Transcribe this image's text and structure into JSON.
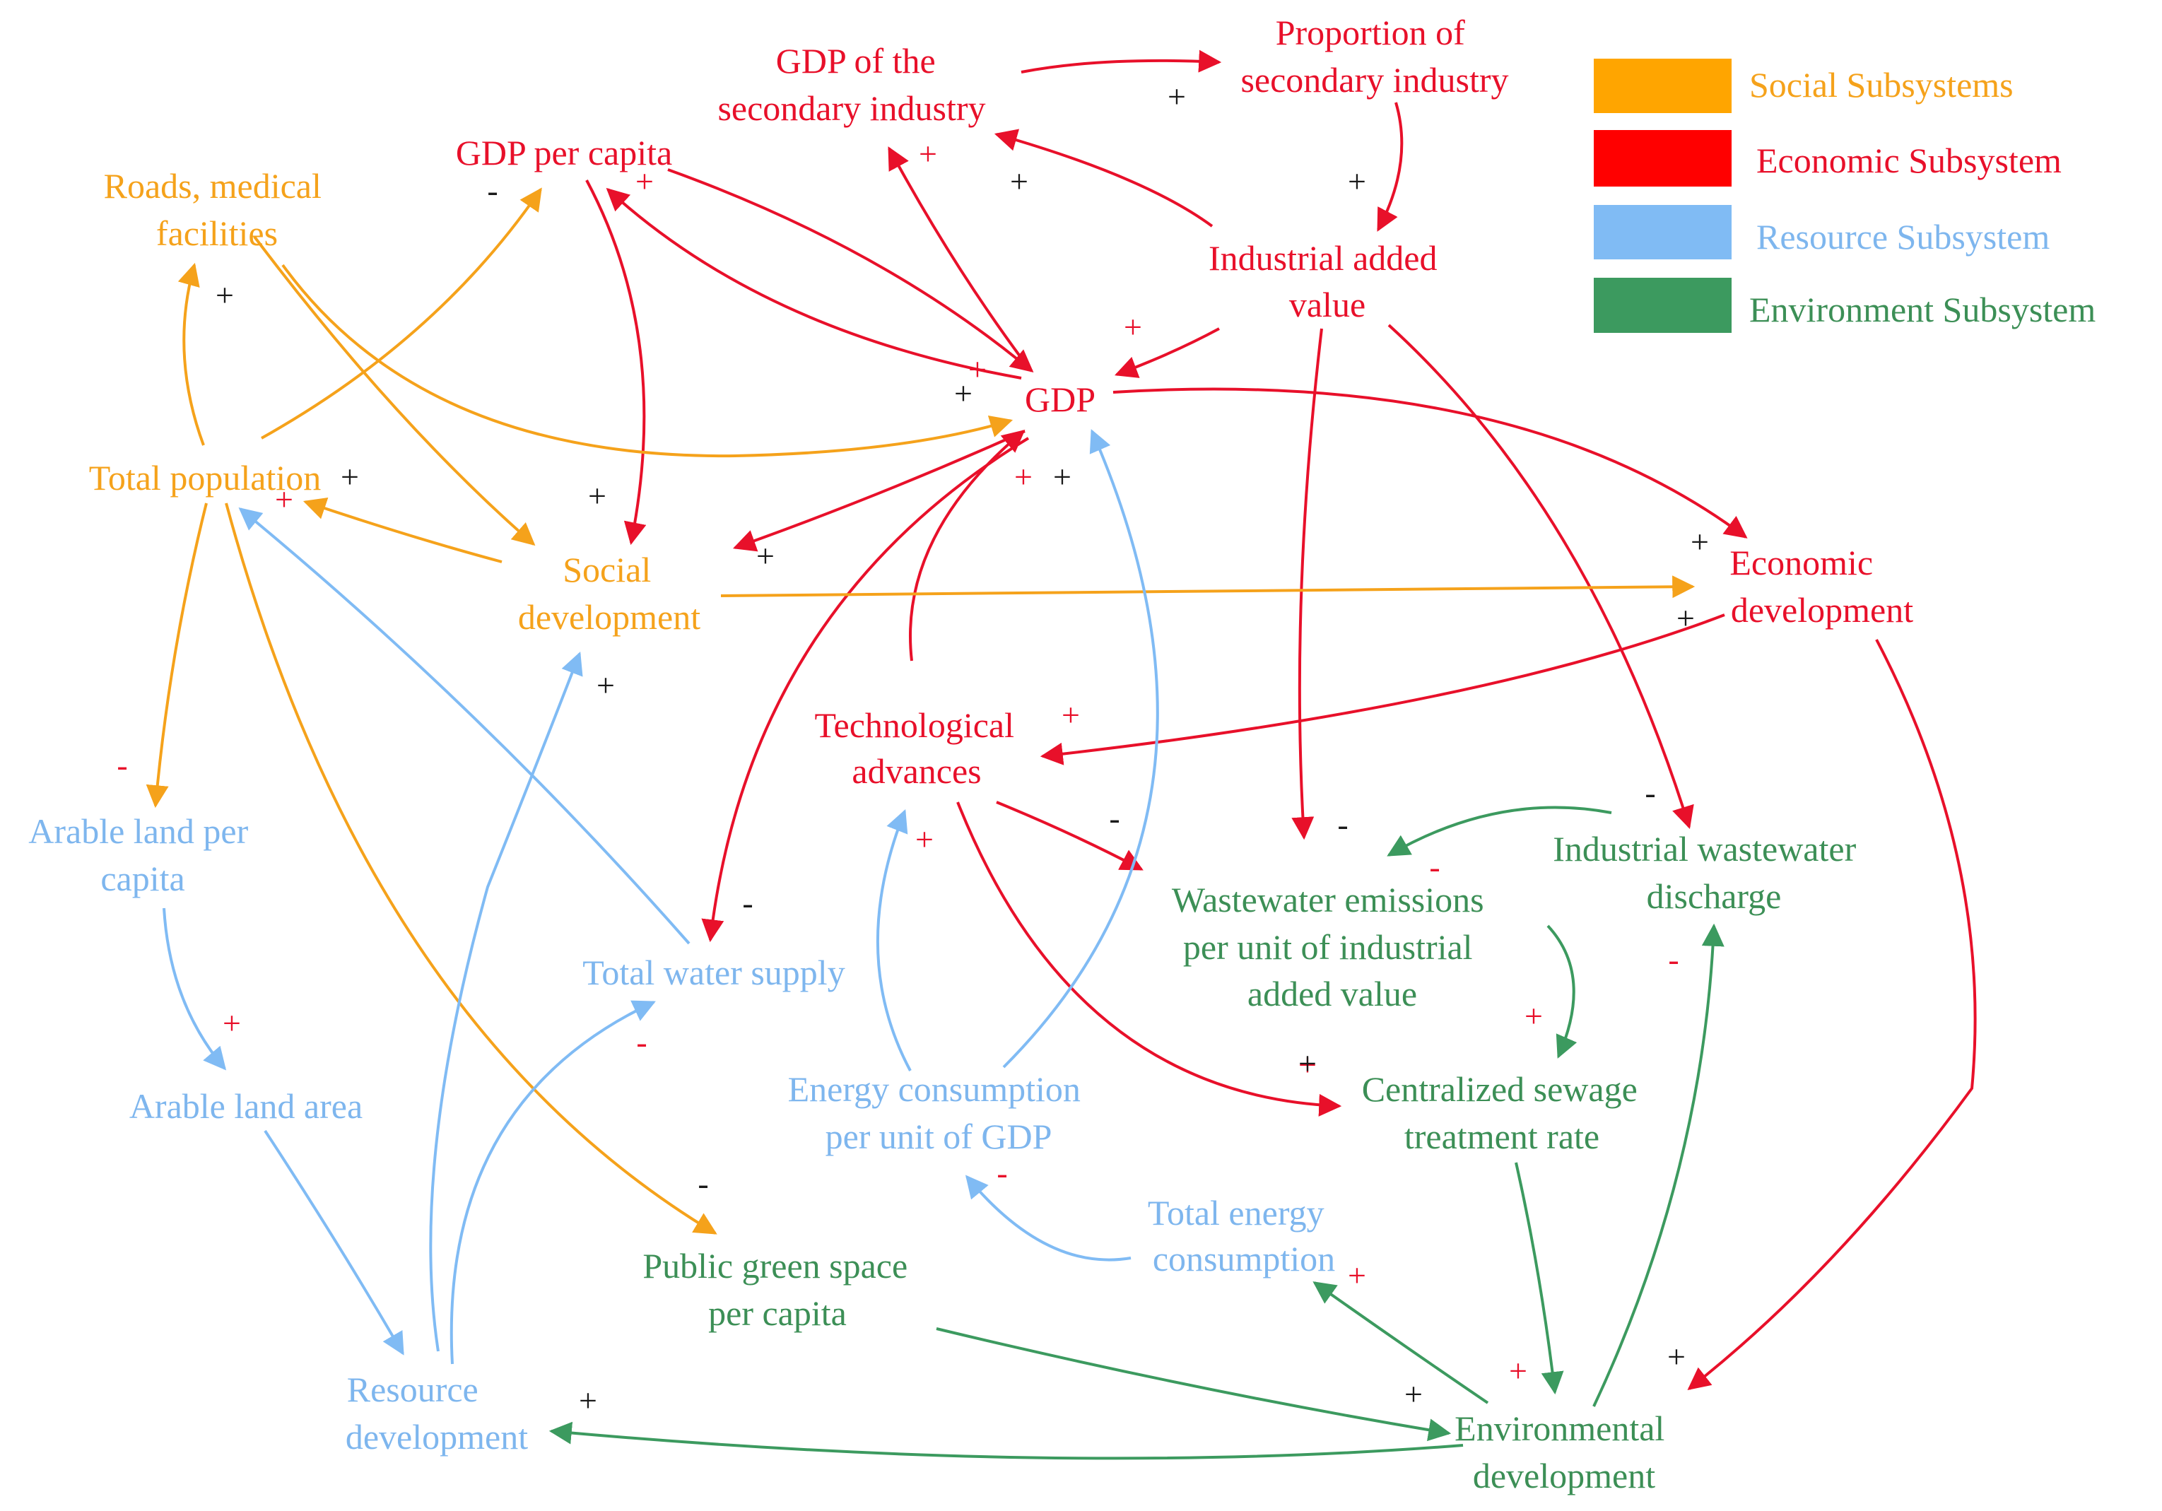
{
  "colors": {
    "social": "#FFA500",
    "economic": "#FF0000",
    "resource": "#80BBF4",
    "environment": "#3C9A5F",
    "black": "#1a1a1a",
    "economic_text": "#E8102A",
    "social_text": "#F5A21B",
    "resource_text": "#7EB6EE",
    "environment_text": "#3C8F56"
  },
  "legend": [
    {
      "label": "Social Subsystems",
      "color_key": "social"
    },
    {
      "label": "Economic Subsystem",
      "color_key": "economic"
    },
    {
      "label": "Resource Subsystem",
      "color_key": "resource"
    },
    {
      "label": "Environment Subsystem",
      "color_key": "environment"
    }
  ],
  "nodes": {
    "proportion_secondary": {
      "lines": [
        "Proportion of",
        "secondary industry"
      ],
      "subsystem": "economic"
    },
    "gdp_secondary": {
      "lines": [
        "GDP of the",
        "secondary industry"
      ],
      "subsystem": "economic"
    },
    "gdp_per_capita": {
      "lines": [
        "GDP per capita"
      ],
      "subsystem": "economic"
    },
    "roads_medical": {
      "lines": [
        "Roads, medical",
        "facilities"
      ],
      "subsystem": "social"
    },
    "industrial_added_value": {
      "lines": [
        "Industrial added",
        "value"
      ],
      "subsystem": "economic"
    },
    "gdp": {
      "lines": [
        "GDP"
      ],
      "subsystem": "economic"
    },
    "total_population": {
      "lines": [
        "Total population"
      ],
      "subsystem": "social"
    },
    "social_development": {
      "lines": [
        "Social",
        "development"
      ],
      "subsystem": "social"
    },
    "economic_development": {
      "lines": [
        "Economic",
        "development"
      ],
      "subsystem": "economic"
    },
    "technological_advances": {
      "lines": [
        "Technological",
        "advances"
      ],
      "subsystem": "economic"
    },
    "arable_land_per_capita": {
      "lines": [
        "Arable land per",
        "capita"
      ],
      "subsystem": "resource"
    },
    "industrial_wastewater": {
      "lines": [
        "Industrial wastewater",
        "discharge"
      ],
      "subsystem": "environment"
    },
    "wastewater_emissions": {
      "lines": [
        "Wastewater emissions",
        "per unit of industrial",
        "added value"
      ],
      "subsystem": "environment"
    },
    "total_water_supply": {
      "lines": [
        "Total water supply"
      ],
      "subsystem": "resource"
    },
    "arable_land_area": {
      "lines": [
        "Arable land area"
      ],
      "subsystem": "resource"
    },
    "energy_per_gdp": {
      "lines": [
        "Energy consumption",
        "per unit of GDP"
      ],
      "subsystem": "resource"
    },
    "centralized_sewage": {
      "lines": [
        "Centralized sewage",
        "treatment rate"
      ],
      "subsystem": "environment"
    },
    "total_energy": {
      "lines": [
        "Total energy",
        "consumption"
      ],
      "subsystem": "resource"
    },
    "public_green_space": {
      "lines": [
        "Public green space",
        "per capita"
      ],
      "subsystem": "environment"
    },
    "resource_development": {
      "lines": [
        "Resource",
        "development"
      ],
      "subsystem": "resource"
    },
    "environmental_development": {
      "lines": [
        "Environmental",
        "development"
      ],
      "subsystem": "environment"
    }
  },
  "signs": [
    {
      "id": "s1",
      "text": "+",
      "color": "black"
    },
    {
      "id": "s2",
      "text": "+",
      "color": "red"
    },
    {
      "id": "s3",
      "text": "+",
      "color": "black"
    },
    {
      "id": "s4",
      "text": "+",
      "color": "black"
    },
    {
      "id": "s5",
      "text": "-",
      "color": "black"
    },
    {
      "id": "s6",
      "text": "+",
      "color": "red"
    },
    {
      "id": "s7",
      "text": "+",
      "color": "black"
    },
    {
      "id": "s8",
      "text": "+",
      "color": "red"
    },
    {
      "id": "s9",
      "text": "+",
      "color": "red"
    },
    {
      "id": "s10",
      "text": "+",
      "color": "black"
    },
    {
      "id": "s11",
      "text": "+",
      "color": "black"
    },
    {
      "id": "s12",
      "text": "+",
      "color": "red"
    },
    {
      "id": "s13",
      "text": "+",
      "color": "black"
    },
    {
      "id": "s14",
      "text": "+",
      "color": "red"
    },
    {
      "id": "s15",
      "text": "+",
      "color": "black"
    },
    {
      "id": "s16",
      "text": "+",
      "color": "black"
    },
    {
      "id": "s17",
      "text": "+",
      "color": "black"
    },
    {
      "id": "s18",
      "text": "+",
      "color": "black"
    },
    {
      "id": "s19",
      "text": "+",
      "color": "black"
    },
    {
      "id": "s20",
      "text": "+",
      "color": "red"
    },
    {
      "id": "s21",
      "text": "-",
      "color": "red"
    },
    {
      "id": "s22",
      "text": "+",
      "color": "red"
    },
    {
      "id": "s23",
      "text": "-",
      "color": "black"
    },
    {
      "id": "s24",
      "text": "-",
      "color": "black"
    },
    {
      "id": "s25",
      "text": "-",
      "color": "red"
    },
    {
      "id": "s26",
      "text": "-",
      "color": "black"
    },
    {
      "id": "s27",
      "text": "+",
      "color": "red"
    },
    {
      "id": "s28",
      "text": "-",
      "color": "black"
    },
    {
      "id": "s29",
      "text": "-",
      "color": "red"
    },
    {
      "id": "s30",
      "text": "+",
      "color": "red"
    },
    {
      "id": "s31",
      "text": "+",
      "color": "red"
    },
    {
      "id": "s32",
      "text": "+",
      "color": "black"
    },
    {
      "id": "s33",
      "text": "-",
      "color": "red"
    },
    {
      "id": "s34",
      "text": "-",
      "color": "black"
    },
    {
      "id": "s35",
      "text": "-",
      "color": "red"
    },
    {
      "id": "s36",
      "text": "+",
      "color": "red"
    },
    {
      "id": "s37",
      "text": "+",
      "color": "red"
    },
    {
      "id": "s38",
      "text": "+",
      "color": "black"
    },
    {
      "id": "s39",
      "text": "+",
      "color": "black"
    },
    {
      "id": "s40",
      "text": "+",
      "color": "black"
    }
  ]
}
